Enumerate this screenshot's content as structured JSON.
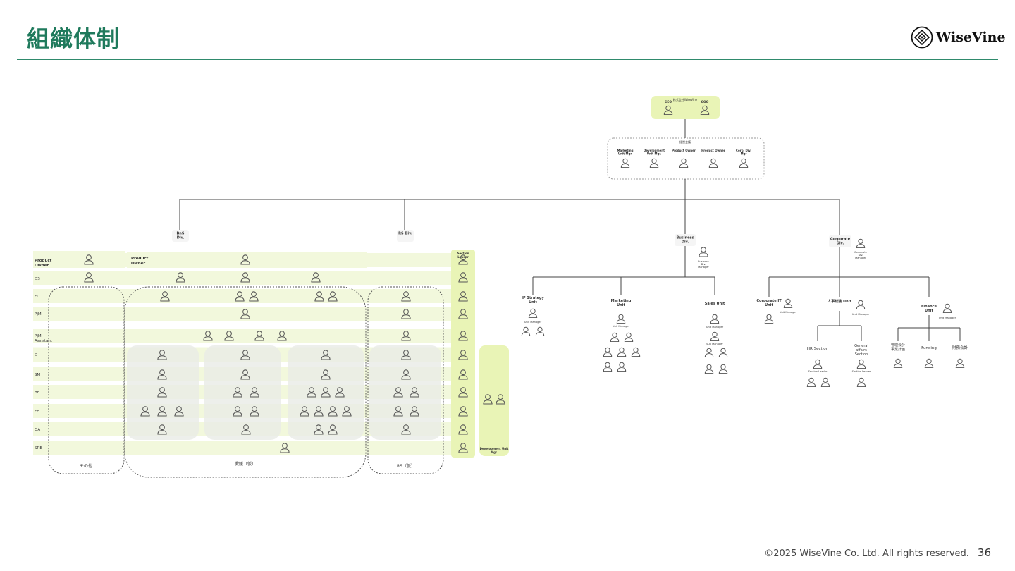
{
  "title": "組織体制",
  "logo": {
    "name": "WiseVine",
    "icon": "wisevine-diamond-icon"
  },
  "footer": {
    "copyright": "©2025 WiseVine Co. Ltd. All rights reserved.",
    "page": "36"
  },
  "colors": {
    "accent": "#1f7a5c",
    "band": "#f2f8dc",
    "line": "#333333"
  },
  "top": {
    "group_label": "株式会社WiseVine",
    "ceo": "CEO",
    "coo": "COO"
  },
  "mgmt": {
    "label": "経営会議",
    "members": [
      "Marketing Unit Mgr.",
      "Development Unit Mgr.",
      "Product Owner",
      "Product Owner",
      "Corp. Div. Mgr"
    ]
  },
  "divisions": {
    "bns": "BnS Div.",
    "rs": "RS Div.",
    "business": "Business Div.",
    "business_mgr": "Business Div. Manager",
    "corporate": "Corporate Div.",
    "corporate_mgr": "Corporate Div. Manager"
  },
  "business_units": {
    "ip": "IP Strategy Unit",
    "ip_mgr": "Unit Manager",
    "marketing": "Marketing Unit",
    "marketing_mgr": "Unit Manager",
    "sales": "Sales Unit",
    "sales_mgr": "Unit Manager",
    "sales_sub": "Sub Manager"
  },
  "corporate_units": {
    "it": "Corporate IT Unit",
    "it_mgr": "Unit Manager",
    "hr": "人事総務 Unit",
    "hr_mgr": "Unit Manager",
    "finance": "Finance Unit",
    "finance_mgr": "Unit Manager",
    "hr_section": "HR Section",
    "hr_section_leader": "Section Leader",
    "ga_section": "General affairs Section",
    "ga_section_leader": "Section Leader",
    "fin_1": "管理会計 事業計画",
    "fin_2": "Funding",
    "fin_3": "財務会計"
  },
  "rows": [
    "Product Owner",
    "DS",
    "FD",
    "PjM",
    "PjM Assistant",
    "D",
    "SM",
    "BE",
    "FE",
    "QA",
    "SRE"
  ],
  "po_label_2": "Product Owner",
  "section_leader": "Section Leader",
  "dev_unit_mgr": "Development Unit Mgr.",
  "groups": {
    "other": "その他",
    "aiko": "愛媛（仮）",
    "rs": "RS（仮）"
  }
}
